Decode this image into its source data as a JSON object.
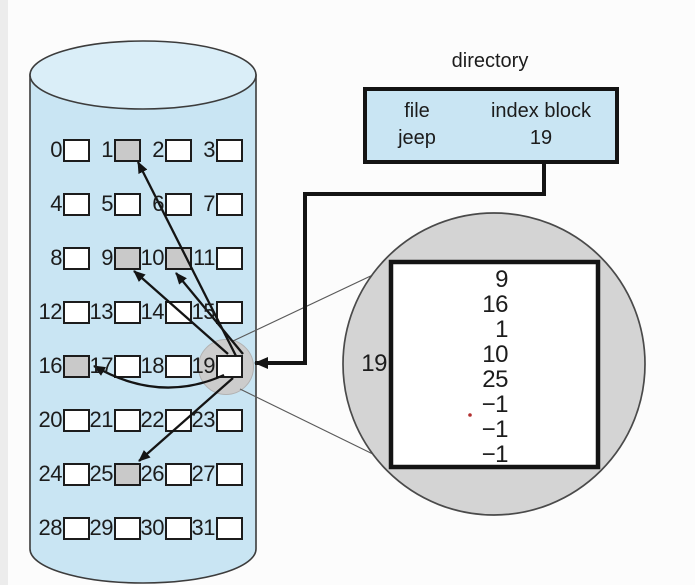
{
  "colors": {
    "cylinder_fill": "#c9e5f3",
    "cylinder_top_fill": "#daeef8",
    "outline": "#3c3c3c",
    "block_fill": "#ffffff",
    "block_shaded_fill": "#c9c9c9",
    "block_border": "#1c1c1c",
    "highlight_circle_fill": "#cccccc",
    "magnifier_fill": "#d4d4d4",
    "magnifier_stroke": "#4a4a4a",
    "directory_fill": "#c9e5f3",
    "arrow_color": "#141414",
    "text_color": "#1c1c1c",
    "pointer_dot": "#b23030"
  },
  "directory": {
    "title": "directory",
    "columns": {
      "file": "file",
      "index_block": "index block"
    },
    "entry": {
      "file": "jeep",
      "index_block": "19"
    }
  },
  "disk": {
    "highlighted_block": "19",
    "blocks": [
      {
        "label": "0",
        "shaded": false
      },
      {
        "label": "1",
        "shaded": true
      },
      {
        "label": "2",
        "shaded": false
      },
      {
        "label": "3",
        "shaded": false
      },
      {
        "label": "4",
        "shaded": false
      },
      {
        "label": "5",
        "shaded": false
      },
      {
        "label": "6",
        "shaded": false
      },
      {
        "label": "7",
        "shaded": false
      },
      {
        "label": "8",
        "shaded": false
      },
      {
        "label": "9",
        "shaded": true
      },
      {
        "label": "10",
        "shaded": true
      },
      {
        "label": "11",
        "shaded": false
      },
      {
        "label": "12",
        "shaded": false
      },
      {
        "label": "13",
        "shaded": false
      },
      {
        "label": "14",
        "shaded": false
      },
      {
        "label": "15",
        "shaded": false
      },
      {
        "label": "16",
        "shaded": true
      },
      {
        "label": "17",
        "shaded": false
      },
      {
        "label": "18",
        "shaded": false
      },
      {
        "label": "19",
        "shaded": false
      },
      {
        "label": "20",
        "shaded": false
      },
      {
        "label": "21",
        "shaded": false
      },
      {
        "label": "22",
        "shaded": false
      },
      {
        "label": "23",
        "shaded": false
      },
      {
        "label": "24",
        "shaded": false
      },
      {
        "label": "25",
        "shaded": true
      },
      {
        "label": "26",
        "shaded": false
      },
      {
        "label": "27",
        "shaded": false
      },
      {
        "label": "28",
        "shaded": false
      },
      {
        "label": "29",
        "shaded": false
      },
      {
        "label": "30",
        "shaded": false
      },
      {
        "label": "31",
        "shaded": false
      }
    ]
  },
  "magnifier": {
    "block_label": "19",
    "entries": [
      "9",
      "16",
      "1",
      "10",
      "25",
      "−1",
      "−1",
      "−1"
    ]
  }
}
